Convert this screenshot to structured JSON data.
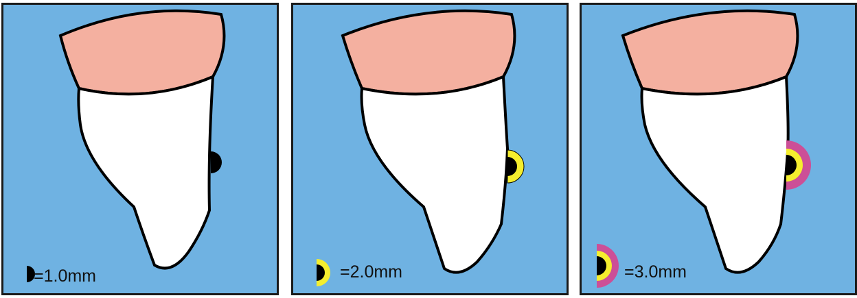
{
  "colors": {
    "background": "#6fb2e2",
    "gum": "#f4b0a0",
    "tooth": "#ffffff",
    "outline": "#000000",
    "ring_yellow": "#f5ee2e",
    "ring_magenta": "#cc4f97"
  },
  "panels": [
    {
      "legend_text": "=1.0mm",
      "rings": [
        "black"
      ]
    },
    {
      "legend_text": "=2.0mm",
      "rings": [
        "black",
        "yellow"
      ]
    },
    {
      "legend_text": "=3.0mm",
      "rings": [
        "black",
        "yellow",
        "magenta"
      ]
    }
  ]
}
